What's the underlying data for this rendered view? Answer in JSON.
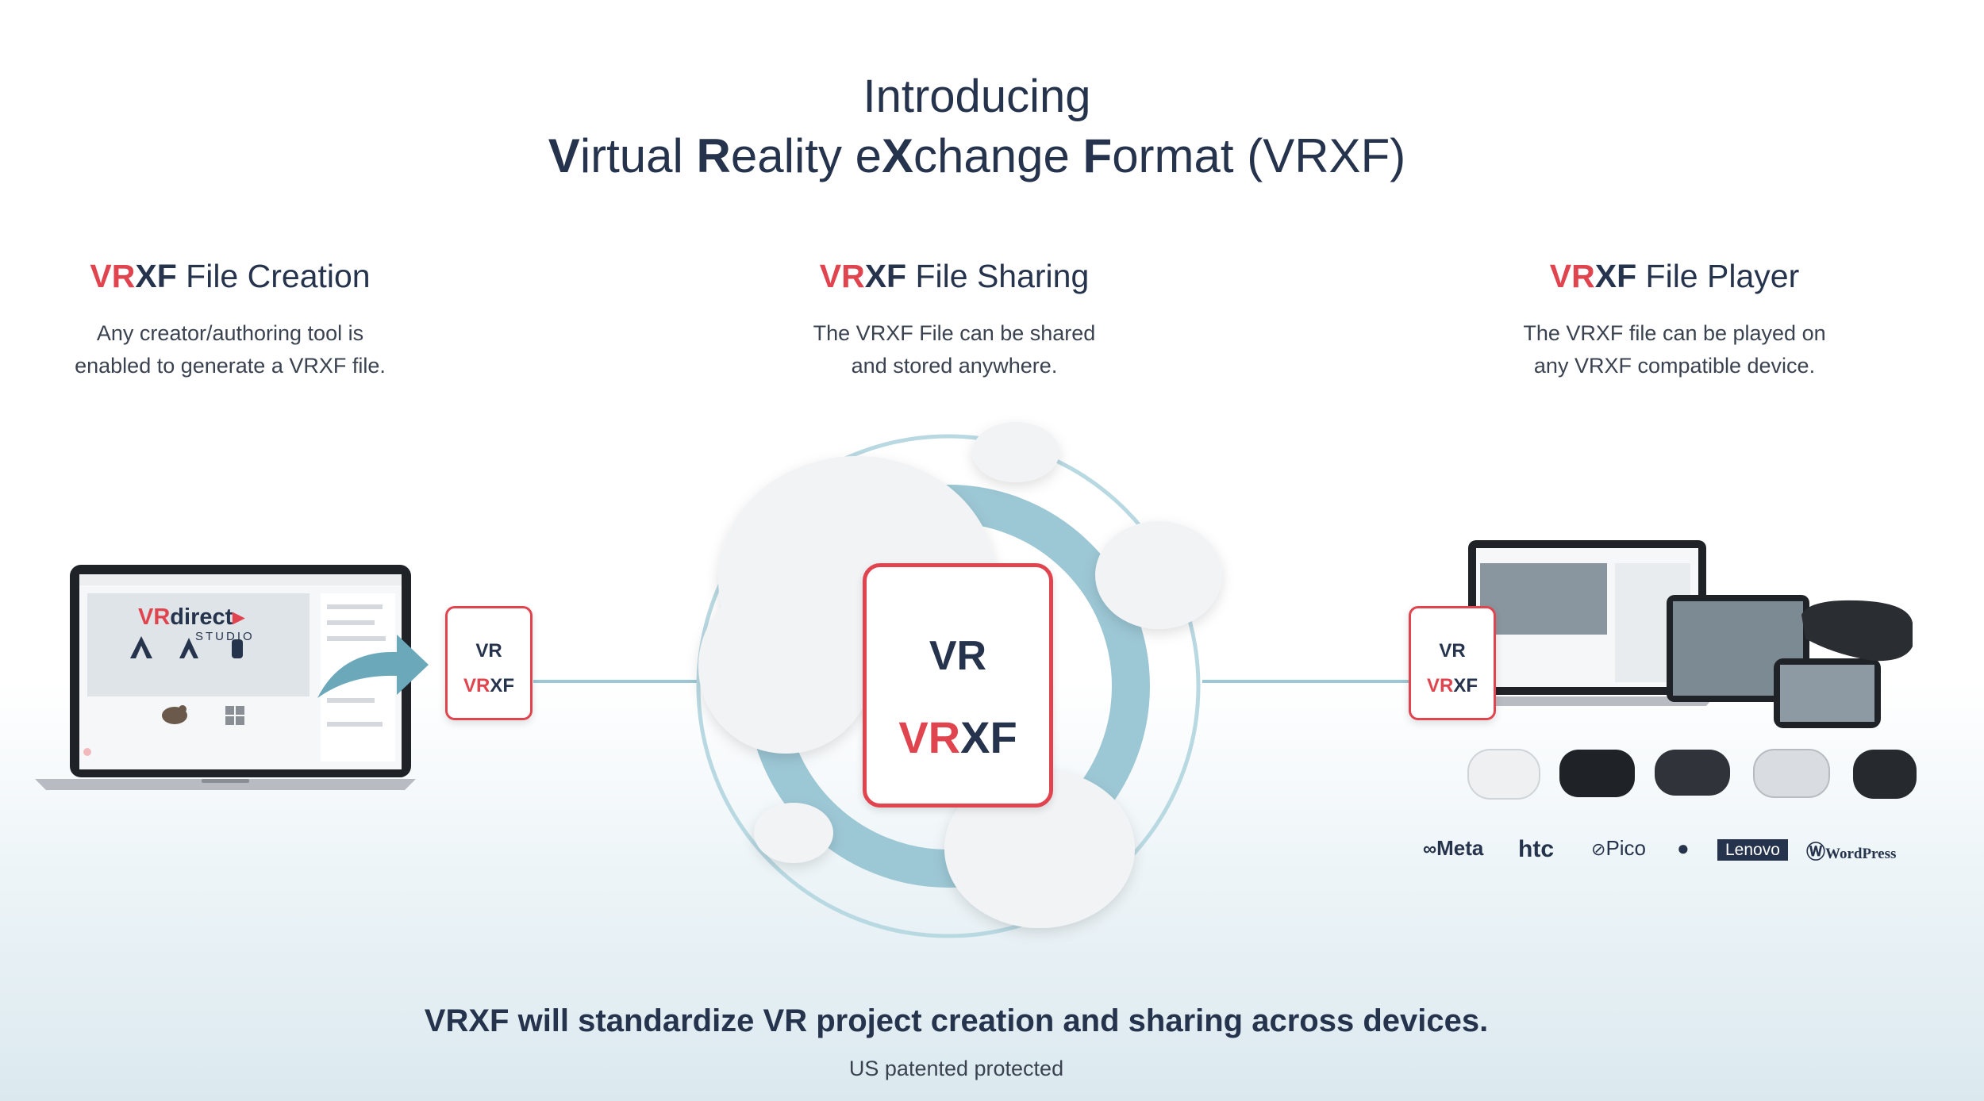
{
  "title": {
    "line1": "Introducing",
    "line2_parts": [
      {
        "text": "V",
        "bold": true
      },
      {
        "text": "irtual ",
        "bold": false
      },
      {
        "text": "R",
        "bold": true
      },
      {
        "text": "eality e",
        "bold": false
      },
      {
        "text": "X",
        "bold": true
      },
      {
        "text": "change ",
        "bold": false
      },
      {
        "text": "F",
        "bold": true
      },
      {
        "text": "ormat (VRXF)",
        "bold": false
      }
    ]
  },
  "columns": {
    "creation": {
      "vr": "VR",
      "xf": "XF",
      "label": "File Creation",
      "desc1": "Any creator/authoring tool is",
      "desc2": "enabled to generate a VRXF file."
    },
    "sharing": {
      "vr": "VR",
      "xf": "XF",
      "label": "File Sharing",
      "desc1": "The VRXF File can be shared",
      "desc2": "and stored anywhere."
    },
    "player": {
      "vr": "VR",
      "xf": "XF",
      "label": "File Player",
      "desc1": "The VRXF file can be played on",
      "desc2": "any VRXF compatible device."
    }
  },
  "laptop": {
    "app_brand": "VRdirect",
    "app_sub": "STUDIO"
  },
  "file_icon": {
    "top": "VR",
    "label_red": "VR",
    "label_dark": "XF"
  },
  "brands": {
    "meta": "Meta",
    "htc": "htc",
    "pico": "Pico",
    "lenovo": "Lenovo",
    "wordpress": "WordPress"
  },
  "footer": {
    "main": "VRXF will standardize VR project creation and sharing across devices.",
    "sub": "US patented protected"
  },
  "colors": {
    "accent_red": "#e0444f",
    "navy": "#26334d",
    "ring": "#9cc7d4"
  }
}
